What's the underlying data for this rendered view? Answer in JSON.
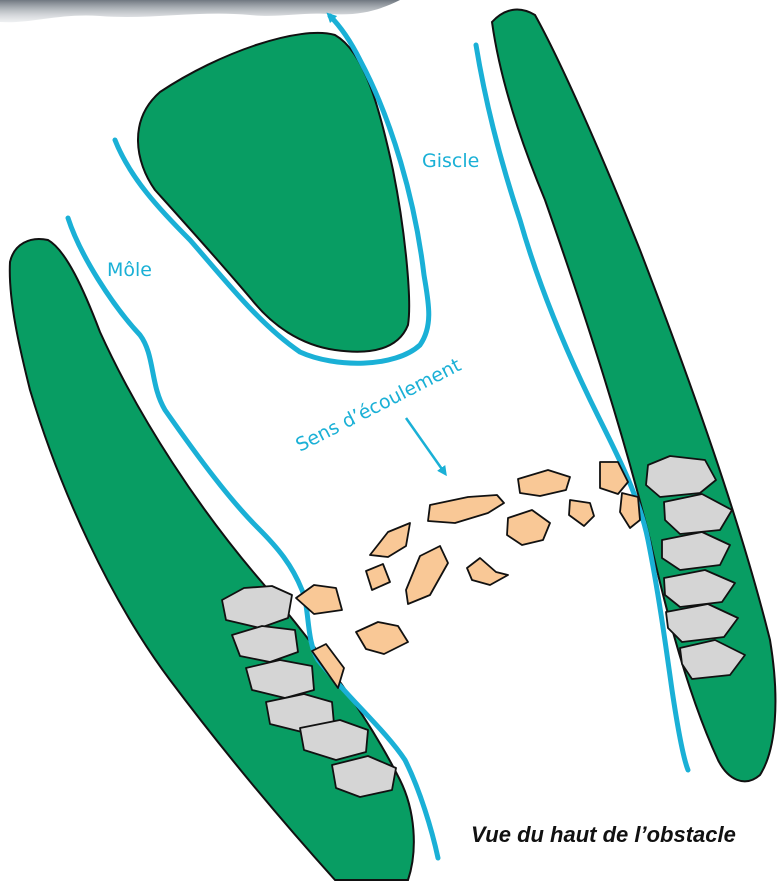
{
  "labels": {
    "mole": "Môle",
    "giscle": "Giscle",
    "flow": "Sens d’écoulement"
  },
  "caption": "Vue du haut de l’obstacle",
  "colors": {
    "bank": "#089d63",
    "water_line": "#1ab0d6",
    "label": "#1ab0d6",
    "loose_rocks": "#f9c896",
    "embedded_rocks": "#d5d5d5",
    "outline": "#111111"
  }
}
